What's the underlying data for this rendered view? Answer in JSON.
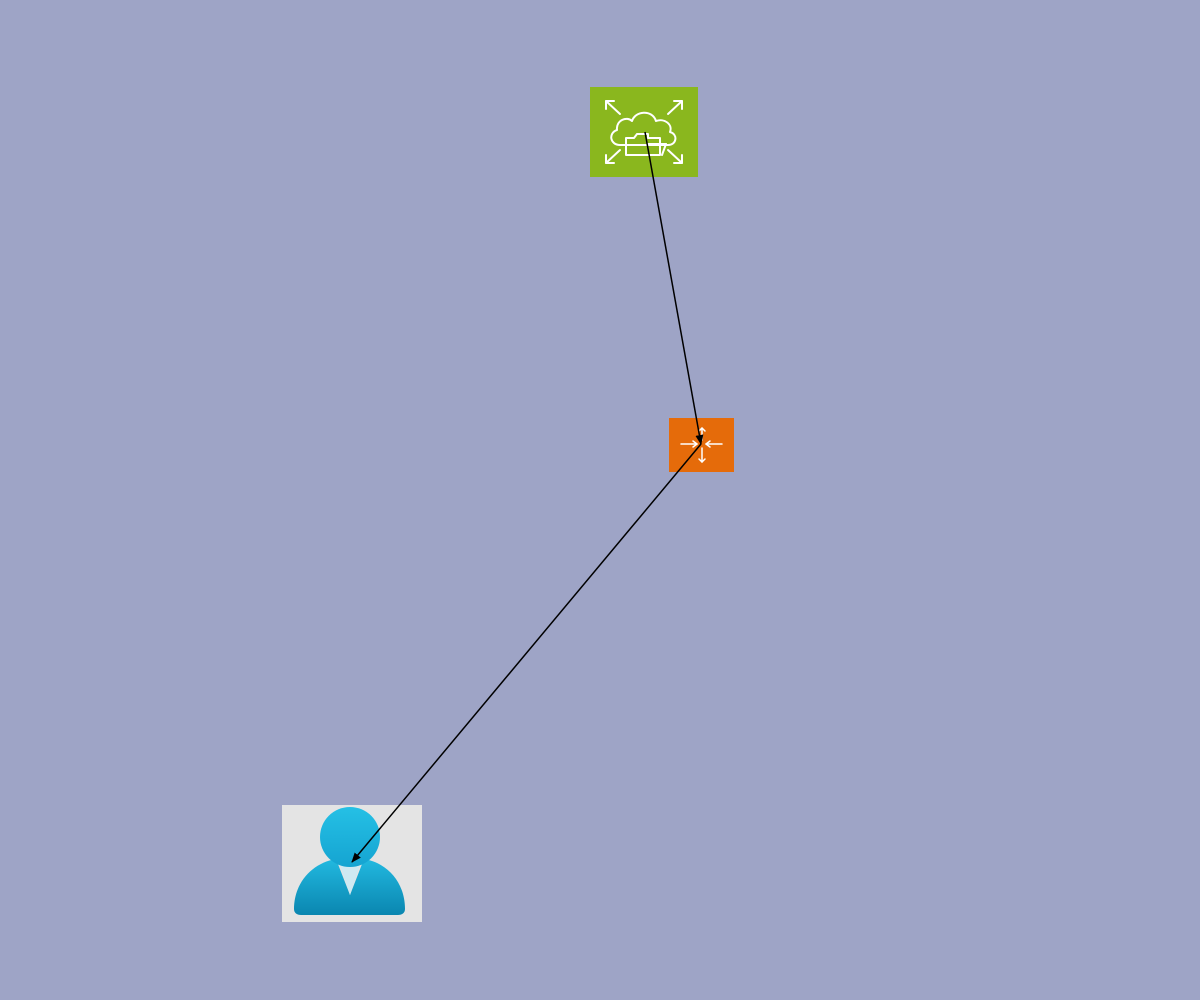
{
  "diagram": {
    "background_color": "#9ea4c6",
    "nodes": [
      {
        "id": "cloud-transfer",
        "icon": "cloud-transfer-expand-icon",
        "fill_color": "#8ab71e",
        "icon_color": "#ffffff"
      },
      {
        "id": "router",
        "icon": "router-arrows-icon",
        "fill_color": "#e56b0a",
        "icon_color": "#ffffff"
      },
      {
        "id": "user",
        "icon": "user-icon",
        "fill_color": "#e4e4e4",
        "icon_color": "#1aa8d4"
      }
    ],
    "edges": [
      {
        "from": "cloud-transfer",
        "to": "router",
        "arrow": "end"
      },
      {
        "from": "router",
        "to": "user",
        "arrow": "end"
      }
    ],
    "edge_color": "#000000"
  }
}
